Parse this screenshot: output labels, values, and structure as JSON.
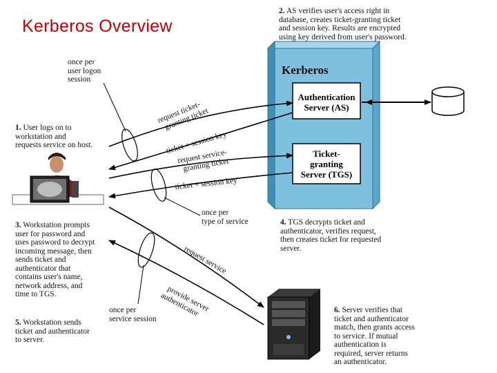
{
  "title": "Kerberos Overview",
  "kerberos_label": "Kerberos",
  "as_box": {
    "line1": "Authentication",
    "line2": "Server (AS)"
  },
  "tgs_box": {
    "line1": "Ticket-",
    "line2": "granting",
    "line3": "Server (TGS)"
  },
  "steps": {
    "s1": {
      "num": "1.",
      "text": "User logs on to\nworkstation and\nrequests service on host."
    },
    "s2": {
      "num": "2.",
      "text": "AS verifies user's access right in\ndatabase, creates ticket-granting ticket\nand session key. Results are encrypted\nusing key derived from user's password."
    },
    "s3": {
      "num": "3.",
      "text": "Workstation prompts\nuser for password and\nuses password to decrypt\nincoming message, then\nsends ticket and\nauthenticator that\ncontains user's name,\nnetwork address, and\ntime to TGS."
    },
    "s4": {
      "num": "4.",
      "text": "TGS decrypts ticket and\nauthenticator, verifies request,\nthen creates ticket for requested\nserver."
    },
    "s5": {
      "num": "5.",
      "text": "Workstation sends\nticket and authenticator\nto server."
    },
    "s6": {
      "num": "6.",
      "text": "Server verifies that\nticket and authenticator\nmatch, then grants access\nto service. If mutual\nauthentication is\nrequired, server returns\nan authenticator."
    }
  },
  "frequency_notes": {
    "logon": "once per\nuser logon\nsession",
    "service_type": "once per\ntype of service",
    "service_session": "once per\nservice session"
  },
  "arrow_labels": {
    "req_tgt_1": "request ticket-",
    "req_tgt_2": "granting ticket",
    "tkt_session_1": "ticket + session key",
    "req_svc_tkt_1": "request service-",
    "req_svc_tkt_2": "granting ticket",
    "tkt_session_2": "ticket + session key",
    "request_service": "request service",
    "provide_auth_1": "provide server",
    "provide_auth_2": "authenticator"
  },
  "icons": {
    "database": "database-icon",
    "user": "user-at-workstation-icon",
    "server": "server-tower-icon"
  },
  "colors": {
    "title": "#c00000",
    "kerberos_front": "#7fc0de",
    "kerberos_side": "#3f90b8",
    "kerberos_top": "#a9d6ea"
  }
}
